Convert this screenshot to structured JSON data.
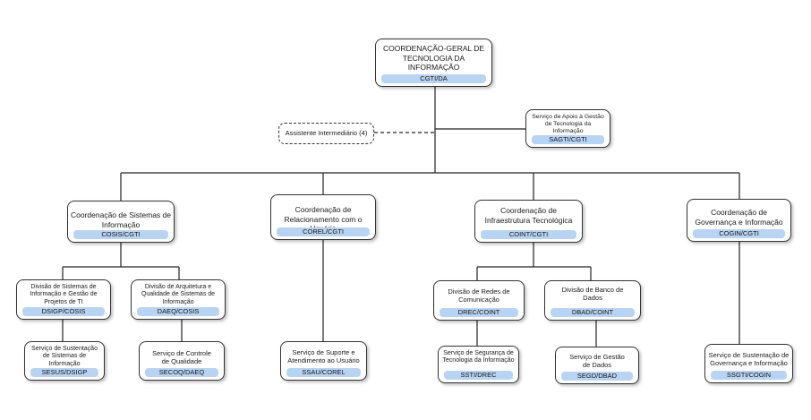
{
  "root": {
    "name": "COORDENAÇÃO-GERAL DE TECNOLOGIA DA INFORMAÇÃO",
    "code": "CGTI/DA"
  },
  "assistant": {
    "name": "Assistente Intermediário (4)"
  },
  "sagti": {
    "name": "Serviço de Apoio à Gestão de Tecnologia da Informação",
    "code": "SAGTI/CGTI"
  },
  "cosis": {
    "name": "Coordenação de Sistemas de Informação",
    "code": "COSIS/CGTI"
  },
  "corel": {
    "name": "Coordenação de Relacionamento com o Usuário",
    "code": "COREL/CGTI"
  },
  "coint": {
    "name": "Coordenação de Infraestrutura Tecnológica",
    "code": "COINT/CGTI"
  },
  "cogin": {
    "name": "Coordenação de Governança e Informação",
    "code": "COGIN/CGTI"
  },
  "dsigp": {
    "name": "Divisão de Sistemas de Informação e Gestão de Projetos de TI",
    "code": "DSIGP/COSIS"
  },
  "daeq": {
    "name": "Divisão de Arquitetura e Qualidade de Sistemas de Informação",
    "code": "DAEQ/COSIS"
  },
  "drec": {
    "name": "Divisão de Redes de Comunicação",
    "code": "DREC/COINT"
  },
  "dbad": {
    "name": "Divisão de Banco de Dados",
    "code": "DBAD/COINT"
  },
  "sesus": {
    "name": "Serviço de Sustentação de Sistemas de Informação",
    "code": "SESUS/DSIGP"
  },
  "secoq": {
    "name": "Serviço de Controle de Qualidade",
    "code": "SECOQ/DAEQ"
  },
  "ssau": {
    "name": "Serviço de Suporte e Atendimento ao Usuário",
    "code": "SSAU/COREL"
  },
  "ssti": {
    "name": "Serviço de Segurança de Tecnologia da Informação",
    "code": "SSTI/DREC"
  },
  "segd": {
    "name": "Serviço de Gestão de Dados",
    "code": "SEGD/DBAD"
  },
  "ssgti": {
    "name": "Serviço de Sustentação de Governança e Informação",
    "code": "SSGTI/COGIN"
  }
}
